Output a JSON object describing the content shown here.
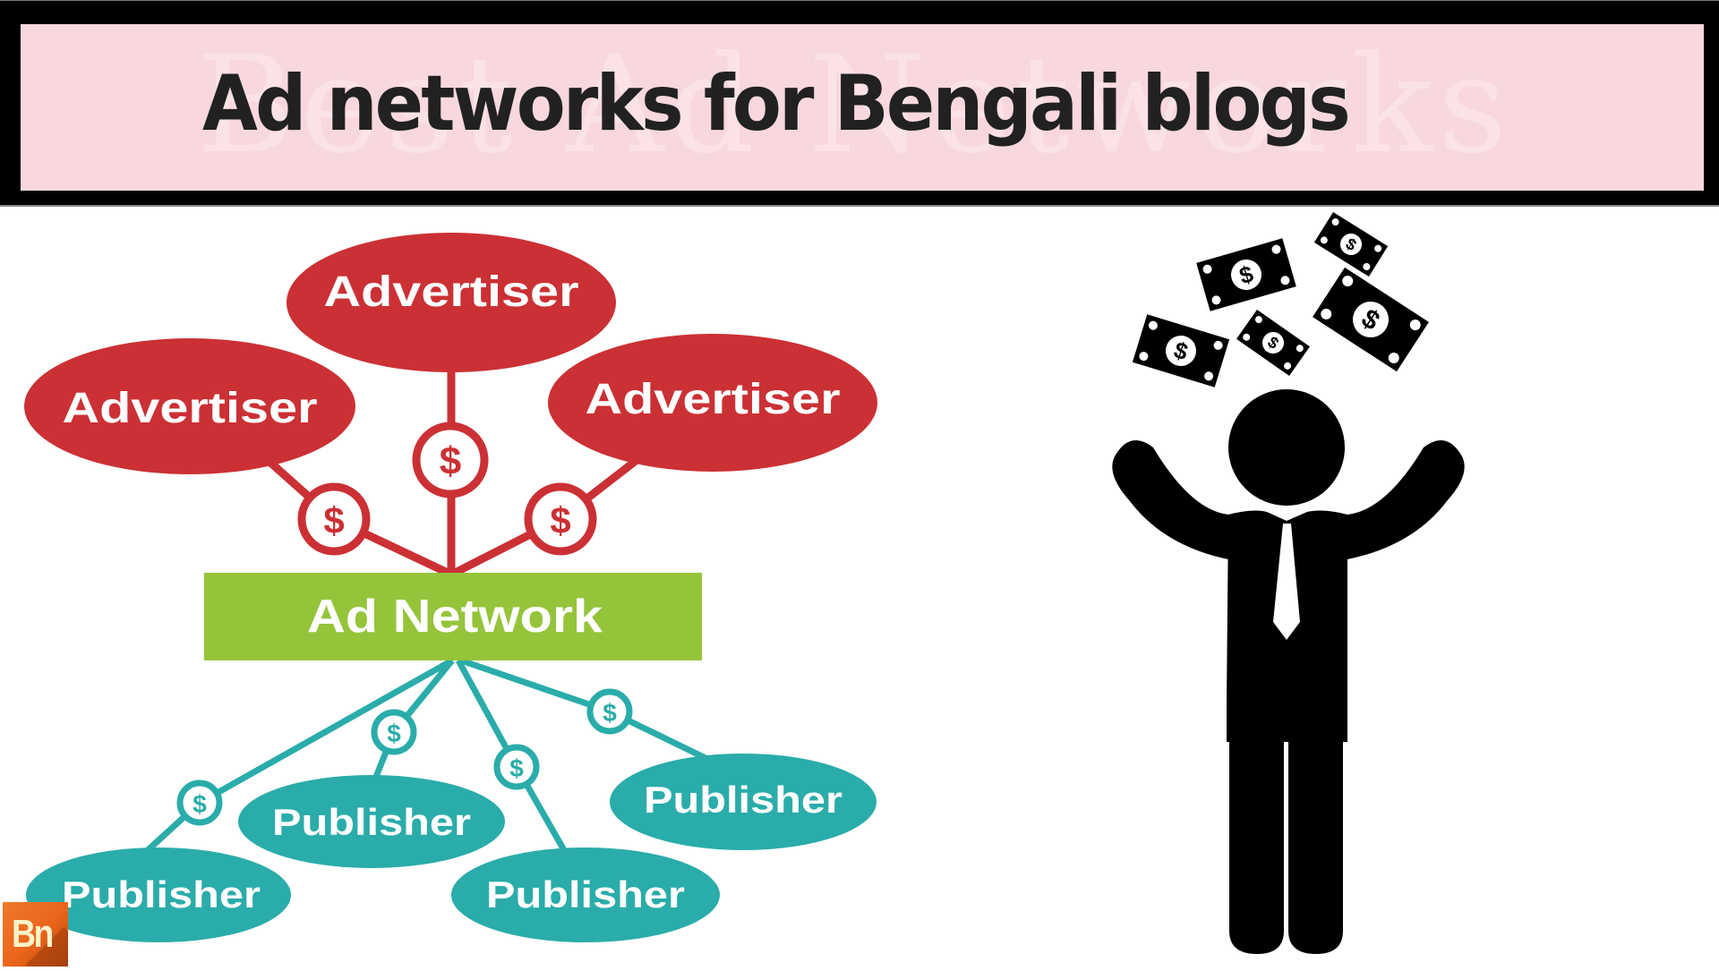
{
  "header": {
    "title": "Ad networks for Bengali blogs",
    "watermark": "Best Ad Networks",
    "colors": {
      "band": "#000000",
      "panel": "#f8d7de",
      "title": "#212121"
    }
  },
  "diagram": {
    "advertisers": [
      {
        "label": "Advertiser",
        "position": "left"
      },
      {
        "label": "Advertiser",
        "position": "top"
      },
      {
        "label": "Advertiser",
        "position": "right"
      }
    ],
    "hub": {
      "label": "Ad Network"
    },
    "publishers": [
      {
        "label": "Publisher",
        "position": "bottom-left"
      },
      {
        "label": "Publisher",
        "position": "middle-left"
      },
      {
        "label": "Publisher",
        "position": "bottom-right"
      },
      {
        "label": "Publisher",
        "position": "middle-right"
      }
    ],
    "coin_symbol": "$",
    "colors": {
      "advertiser": "#cb3034",
      "hub": "#95c43a",
      "publisher": "#2aacaa"
    }
  },
  "illustration": {
    "subject": "businessman with raised arms",
    "bills": 5,
    "bill_symbol": "$"
  },
  "logo": {
    "text": "Bn",
    "color": "#e9641a"
  }
}
